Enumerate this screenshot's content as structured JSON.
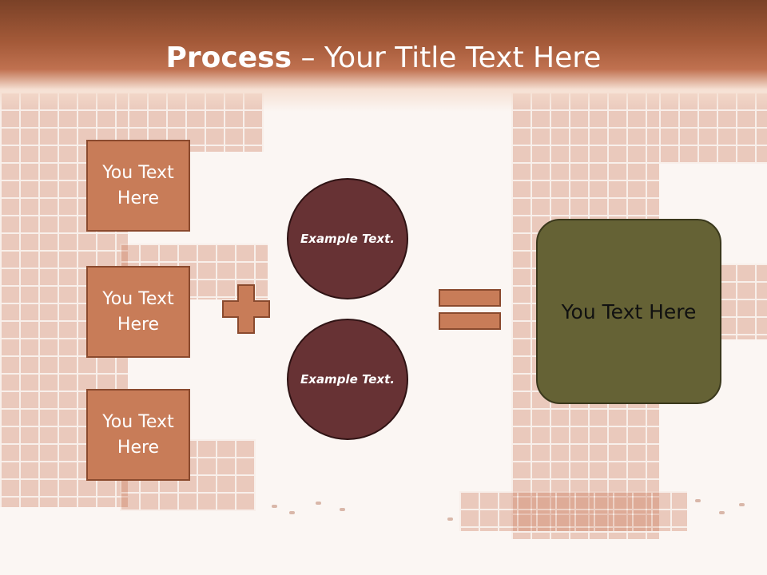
{
  "title": {
    "bold": "Process",
    "rest": " – Your Title Text Here"
  },
  "boxes": [
    {
      "text": "You Text Here"
    },
    {
      "text": "You Text Here"
    },
    {
      "text": "You Text Here"
    }
  ],
  "circles": [
    {
      "text": "Example Text."
    },
    {
      "text": "Example Text."
    }
  ],
  "result": {
    "text": "You Text Here"
  },
  "colors": {
    "header": "#a45a39",
    "box": "#c87c58",
    "circle": "#673234",
    "result": "#656235"
  },
  "icons": [
    "plus-icon",
    "equals-icon"
  ]
}
